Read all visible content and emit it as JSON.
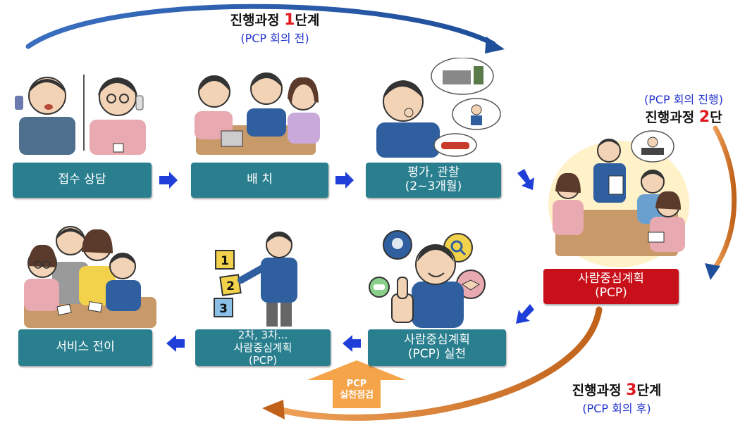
{
  "colors": {
    "box_teal": "#2a7f8f",
    "box_red": "#c8101a",
    "flow_arrow": "#1f3fd8",
    "stage_number": "#e0191f",
    "stage_sub": "#2233cc",
    "cycle_arrow_blue": "#1f4e9a",
    "cycle_arrow_orange": "#d9731e"
  },
  "stage1": {
    "title_pre": "진행과정 ",
    "num": "1",
    "title_post": "단계",
    "sub": "(PCP 회의 전)"
  },
  "stage2": {
    "sub": "(PCP 회의 진행)",
    "title_pre": "진행과정 ",
    "num": "2",
    "title_post": "단"
  },
  "stage3": {
    "title_pre": "진행과정 ",
    "num": "3",
    "title_post": "단계",
    "sub": "(PCP 회의 후)"
  },
  "steps": {
    "intake": {
      "label": "접수 상담"
    },
    "assignment": {
      "label": "배 치"
    },
    "assessment": {
      "line1": "평가, 관찰",
      "line2": "(2~3개월)"
    },
    "pcp": {
      "line1": "사람중심계획",
      "line2": "(PCP)"
    },
    "pcp_practice": {
      "line1": "사람중심계획",
      "line2": "(PCP) 실천"
    },
    "pcp_review": {
      "line1": "2차, 3차...",
      "line2": "사람중심계획",
      "line3": "(PCP)"
    },
    "transition": {
      "label": "서비스 전이"
    }
  },
  "badge": {
    "line1": "PCP",
    "line2": "실천점검",
    "color": "#f5a44a"
  },
  "illustration_numbers": [
    "1",
    "2",
    "3"
  ],
  "icons": [
    "headset-icon",
    "search-icon",
    "handshake-icon",
    "chat-icon",
    "thumbs-up-icon"
  ]
}
